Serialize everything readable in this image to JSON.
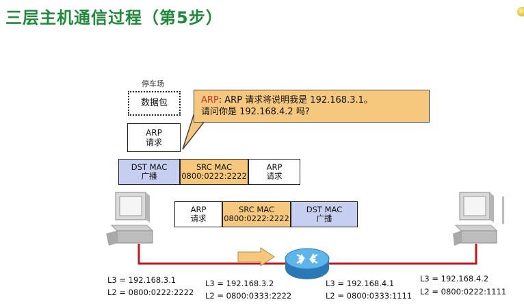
{
  "title": "三层主机通信过程（第5步）",
  "parking_label": "停车场",
  "packet_label": "数据包",
  "arp_request_box": {
    "line1": "ARP",
    "line2": "请求"
  },
  "bubble": {
    "keyword": "ARP",
    "rest_line1": ": ARP 请求将说明我是 192.168.3.1。",
    "line2": "请问你是 192.168.4.2 吗?"
  },
  "frame_top": [
    {
      "line1": "DST MAC",
      "line2": "广播",
      "color": "#c6cff0"
    },
    {
      "line1": "SRC MAC",
      "line2": "0800:0222:2222",
      "color": "#f6c87e"
    },
    {
      "line1": "ARP",
      "line2": "请求",
      "color": "#ffffff"
    }
  ],
  "frame_mid": [
    {
      "line1": "ARP",
      "line2": "请求",
      "color": "#ffffff"
    },
    {
      "line1": "SRC MAC",
      "line2": "0800:0222:2222",
      "color": "#f6c87e"
    },
    {
      "line1": "DST MAC",
      "line2": "广播",
      "color": "#c6cff0"
    }
  ],
  "addresses": {
    "host_left": {
      "l3": "L3 = 192.168.3.1",
      "l2": "L2 = 0800:0222:2222"
    },
    "router_left": {
      "l3": "L3 = 192.168.3.2",
      "l2": "L2 = 0800:0333:2222"
    },
    "router_right": {
      "l3": "L3 = 192.168.4.1",
      "l2": "L2 = 0800:0333:1111"
    },
    "host_right": {
      "l3": "L3 = 192.168.4.2",
      "l2": "L2 = 0800:0222:1111"
    }
  },
  "colors": {
    "title": "#1f8a3a",
    "link": "#c0161c",
    "arrow": "#f6c87e",
    "router": "#3a9bd6"
  },
  "icons": [
    "computer-icon",
    "router-icon",
    "arrow-right-icon"
  ]
}
